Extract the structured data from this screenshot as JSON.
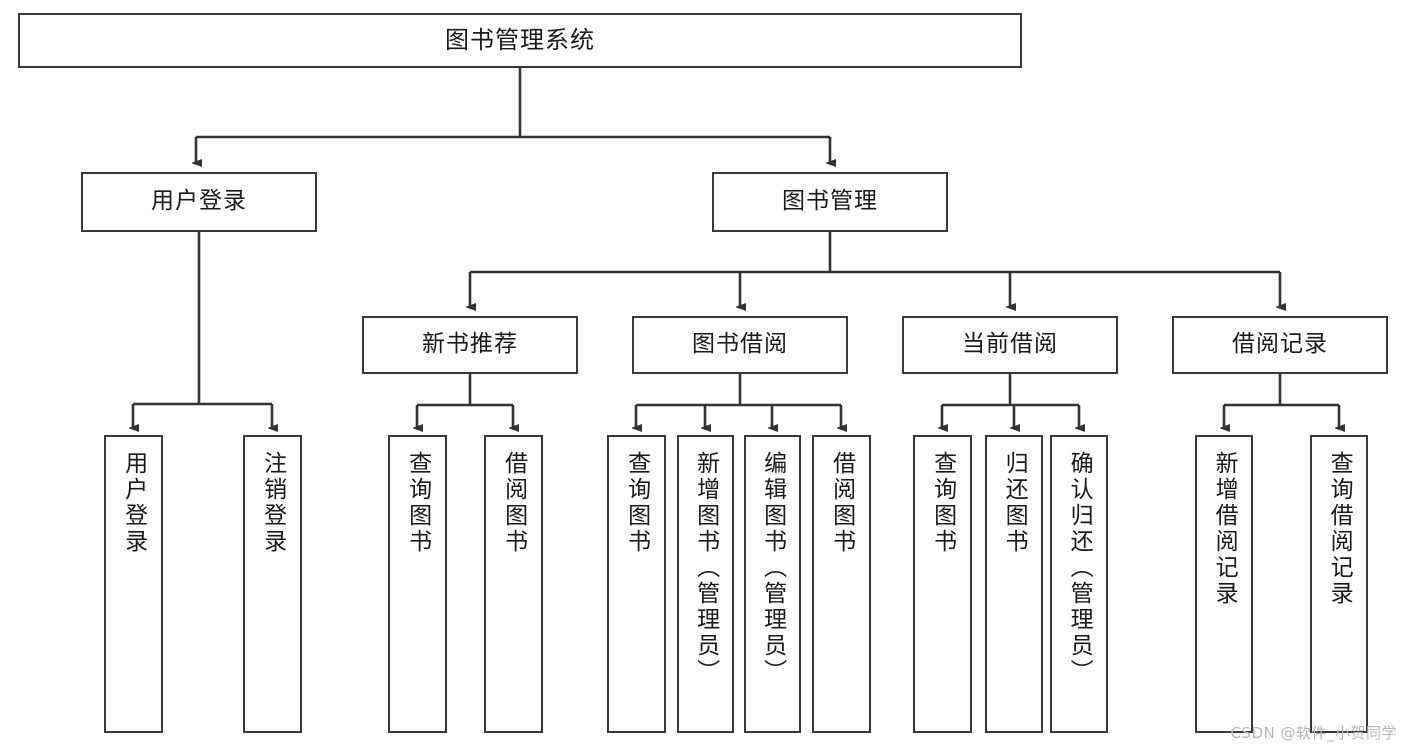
{
  "diagram": {
    "type": "tree-hierarchy",
    "title": "图书管理系统",
    "orientation": "top-down",
    "colors": {
      "box_border": "#3a3a3a",
      "box_fill": "#ffffff",
      "connector": "#333333",
      "text": "#1a1a1a",
      "watermark": "#b6b6b6",
      "background": "#ffffff"
    },
    "root": {
      "label": "图书管理系统"
    },
    "branches": [
      {
        "label": "用户登录"
      },
      {
        "label": "图书管理"
      }
    ],
    "groups": [
      {
        "label": "新书推荐"
      },
      {
        "label": "图书借阅"
      },
      {
        "label": "当前借阅"
      },
      {
        "label": "借阅记录"
      }
    ],
    "leaves": {
      "user_login": [
        {
          "label": "用户登录"
        },
        {
          "label": "注销登录"
        }
      ],
      "new_book_recommend": [
        {
          "label": "查询图书"
        },
        {
          "label": "借阅图书"
        }
      ],
      "book_borrow": [
        {
          "label": "查询图书"
        },
        {
          "label": "新增图书（管理员）"
        },
        {
          "label": "编辑图书（管理员）"
        },
        {
          "label": "借阅图书"
        }
      ],
      "current_borrow": [
        {
          "label": "查询图书"
        },
        {
          "label": "归还图书"
        },
        {
          "label": "确认归还（管理员）"
        }
      ],
      "borrow_records": [
        {
          "label": "新增借阅记录"
        },
        {
          "label": "查询借阅记录"
        }
      ]
    },
    "watermark": "CSDN @软件_小贺同学"
  }
}
